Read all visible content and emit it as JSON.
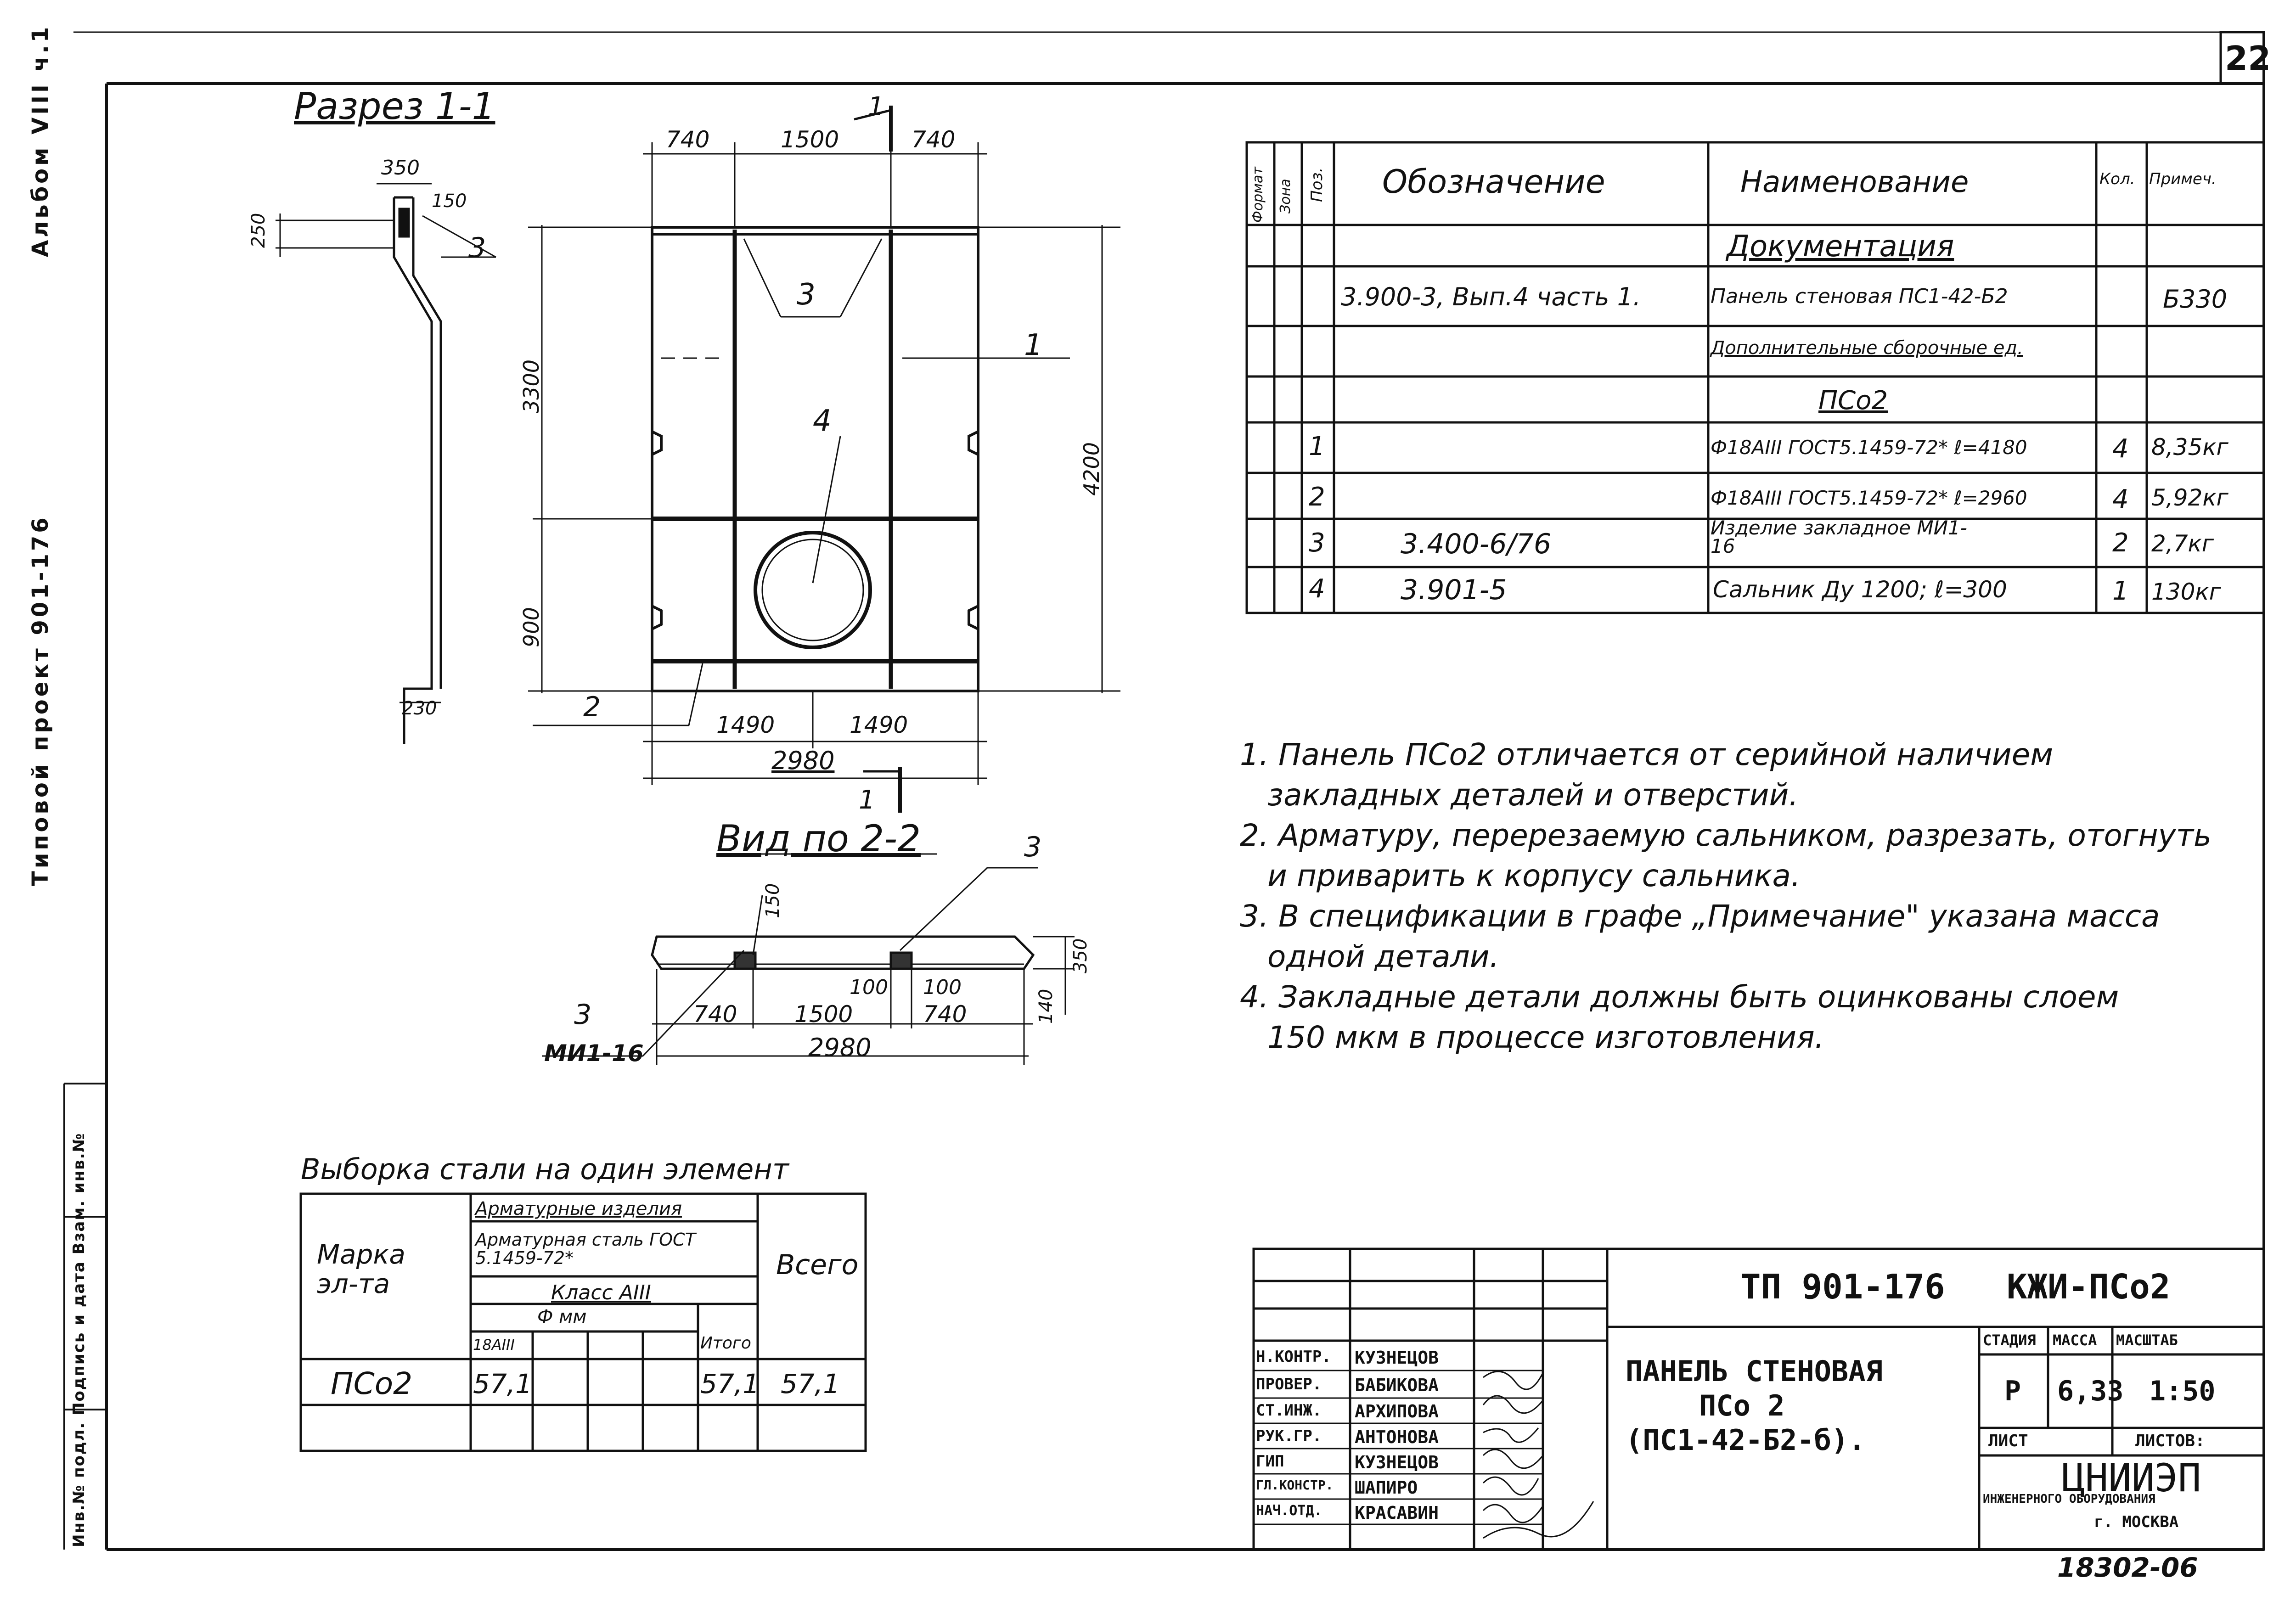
{
  "sheet_number": "22",
  "side_stamp": {
    "album": "Альбом VIII ч.1",
    "project": "Типовой проект 901-176",
    "inv": "Инв.№ подл. Подпись и дата Взам. инв.№"
  },
  "section_1_1": {
    "title": "Разрез 1-1",
    "dims": {
      "d350": "350",
      "d150": "150",
      "d250": "250",
      "d230": "230"
    },
    "marker": "3"
  },
  "front_view": {
    "cut_mark": "1",
    "dims_top": [
      "740",
      "1500",
      "740"
    ],
    "dim_left_3300": "3300",
    "dim_left_900": "900",
    "dim_right_4200": "4200",
    "dims_bottom": [
      "1490",
      "1490"
    ],
    "dim_total": "2980",
    "callouts": {
      "c3": "3",
      "c4": "4",
      "c1": "1",
      "c2": "2"
    }
  },
  "view_2_2": {
    "title": "Вид по 2-2",
    "cut_mark": "1",
    "callout_3_right": "3",
    "callout_3_left": "3",
    "callout_mi": "МИ1-16",
    "d150": "150",
    "d350": "350",
    "d140": "140",
    "d100a": "100",
    "d100b": "100",
    "dims": [
      "740",
      "1500",
      "740"
    ],
    "total": "2980"
  },
  "spec": {
    "headers": {
      "format": "Формат",
      "zone": "Зона",
      "pos": "Поз.",
      "designation": "Обозначение",
      "name": "Наименование",
      "qty": "Кол.",
      "note": "Примеч."
    },
    "rows": [
      {
        "pos": "",
        "designation": "",
        "name": "Документация",
        "qty": "",
        "note": ""
      },
      {
        "pos": "",
        "designation": "3.900-3, Вып.4 часть 1.",
        "name": "Панель стеновая ПС1-42-Б2",
        "qty": "",
        "note": "Б330"
      },
      {
        "pos": "",
        "designation": "",
        "name": "Дополнительные сборочные ед.",
        "qty": "",
        "note": ""
      },
      {
        "pos": "",
        "designation": "",
        "name": "ПСо2",
        "qty": "",
        "note": ""
      },
      {
        "pos": "1",
        "designation": "",
        "name": "Ф18АIII ГОСТ5.1459-72* ℓ=4180",
        "qty": "4",
        "note": "8,35кг"
      },
      {
        "pos": "2",
        "designation": "",
        "name": "Ф18АIII ГОСТ5.1459-72* ℓ=2960",
        "qty": "4",
        "note": "5,92кг"
      },
      {
        "pos": "3",
        "designation": "3.400-6/76",
        "name": "Изделие закладное МИ1-16",
        "qty": "2",
        "note": "2,7кг"
      },
      {
        "pos": "4",
        "designation": "3.901-5",
        "name": "Сальник Ду 1200; ℓ=300",
        "qty": "1",
        "note": "130кг"
      }
    ]
  },
  "notes": [
    "1. Панель ПСо2 отличается от серийной наличием",
    "закладных деталей и отверстий.",
    "2. Арматуру, перерезаемую сальником, разрезать, отогнуть",
    "и приварить к корпусу сальника.",
    "3. В спецификации в графе „Примечание\" указана масса",
    "одной детали.",
    "4. Закладные детали должны быть оцинкованы слоем",
    "150 мкм в процессе изготовления."
  ],
  "steel_table": {
    "title": "Выборка стали на один элемент",
    "h_mark": "Марка эл-та",
    "h_items": "Арматурные изделия",
    "h_steel": "Арматурная сталь ГОСТ 5.1459-72*",
    "h_class": "Класс АIII",
    "h_dia": "Ф мм",
    "h_total_sub": "Итого",
    "h_d18": "18АIII",
    "h_total": "Всего",
    "row": {
      "mark": "ПСо2",
      "d18": "57,1",
      "subtotal": "57,1",
      "total": "57,1"
    }
  },
  "title_block": {
    "code": "ТП 901-176",
    "mark": "КЖИ-ПСо2",
    "name_l1": "ПАНЕЛЬ СТЕНОВАЯ",
    "name_l2": "ПСо 2",
    "name_l3": "(ПС1-42-Б2-б).",
    "stage_h": "СТАДИЯ",
    "mass_h": "МАССА",
    "scale_h": "МАСШТАБ",
    "stage": "Р",
    "mass": "6,33",
    "scale": "1:50",
    "sheet_h": "ЛИСТ",
    "sheets_h": "ЛИСТОВ:",
    "org": "ЦНИИЭП",
    "org_sub": "ИНЖЕНЕРНОГО ОБОРУДОВАНИЯ",
    "city": "г. МОСКВА",
    "doc_no": "18302-06",
    "staff": [
      {
        "role": "Н.КОНТР.",
        "name": "КУЗНЕЦОВ"
      },
      {
        "role": "ПРОВЕР.",
        "name": "БАБИКОВА"
      },
      {
        "role": "СТ.ИНЖ.",
        "name": "АРХИПОВА"
      },
      {
        "role": "РУК.ГР.",
        "name": "АНТОНОВА"
      },
      {
        "role": "ГИП",
        "name": "КУЗНЕЦОВ"
      },
      {
        "role": "ГЛ.КОНСТР.",
        "name": "ШАПИРО"
      },
      {
        "role": "НАЧ.ОТД.",
        "name": "КРАСАВИН"
      }
    ]
  }
}
